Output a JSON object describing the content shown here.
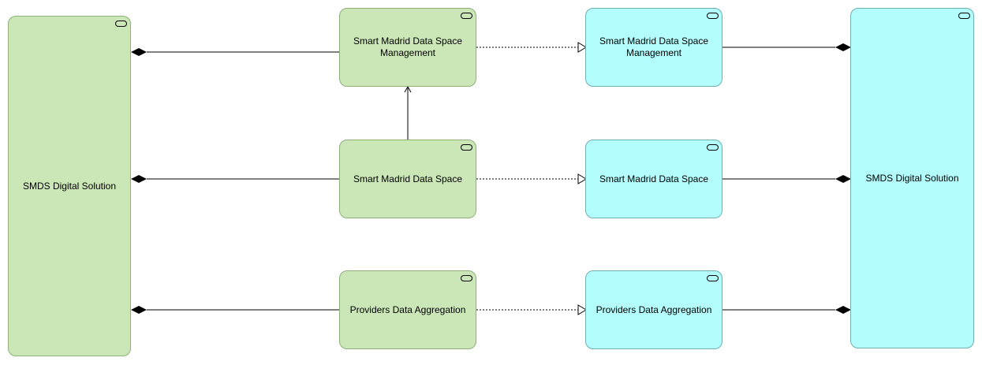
{
  "colors": {
    "application_fill": "#cbe6b7",
    "technology_fill": "#b3fdfd",
    "line": "#000000"
  },
  "icons": {
    "element_glyph": "rounded-rect-service-icon"
  },
  "nodes": {
    "left_solution": "SMDS Digital Solution",
    "app_mgmt": "Smart Madrid Data Space Management",
    "app_space": "Smart Madrid Data Space",
    "app_providers": "Providers Data Aggregation",
    "tech_mgmt": "Smart Madrid Data Space Management",
    "tech_space": "Smart Madrid Data Space",
    "tech_providers": "Providers Data Aggregation",
    "right_solution": "SMDS Digital Solution"
  },
  "relations": [
    {
      "from": "left_solution",
      "to": "app_mgmt",
      "type": "composition"
    },
    {
      "from": "left_solution",
      "to": "app_space",
      "type": "composition"
    },
    {
      "from": "left_solution",
      "to": "app_providers",
      "type": "composition"
    },
    {
      "from": "app_space",
      "to": "app_mgmt",
      "type": "serving"
    },
    {
      "from": "app_mgmt",
      "to": "tech_mgmt",
      "type": "realization"
    },
    {
      "from": "app_space",
      "to": "tech_space",
      "type": "realization"
    },
    {
      "from": "app_providers",
      "to": "tech_providers",
      "type": "realization"
    },
    {
      "from": "right_solution",
      "to": "tech_mgmt",
      "type": "composition"
    },
    {
      "from": "right_solution",
      "to": "tech_space",
      "type": "composition"
    },
    {
      "from": "right_solution",
      "to": "tech_providers",
      "type": "composition"
    }
  ]
}
